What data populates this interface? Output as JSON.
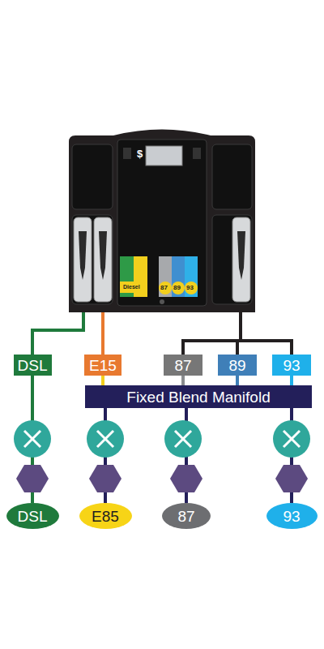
{
  "diagram": {
    "nodes": [
      {
        "text": [
          "DSL"
        ]
      },
      {
        "text": [
          "E15"
        ]
      },
      {
        "text": [
          "87"
        ]
      },
      {
        "text": [
          "89"
        ]
      },
      {
        "text": [
          "93"
        ]
      },
      {
        "text": [
          "Fixed Blend Manifold"
        ]
      },
      {
        "text": [
          "DSL"
        ]
      },
      {
        "text": [
          "E85"
        ]
      },
      {
        "text": [
          "87"
        ]
      },
      {
        "text": [
          "93"
        ]
      }
    ],
    "edges": [
      {
        "from": 0,
        "to": 6,
        "arrow": "none"
      },
      {
        "from": 1,
        "to": 5,
        "arrow": "none"
      },
      {
        "from": 2,
        "to": 5,
        "arrow": "none"
      },
      {
        "from": 3,
        "to": 5,
        "arrow": "none"
      },
      {
        "from": 4,
        "to": 5,
        "arrow": "none"
      },
      {
        "from": 5,
        "to": 7,
        "arrow": "none"
      },
      {
        "from": 5,
        "to": 8,
        "arrow": "none"
      },
      {
        "from": 5,
        "to": 9,
        "arrow": "none"
      }
    ],
    "labels": [
      "$",
      "Diesel",
      "87",
      "89",
      "93"
    ]
  }
}
